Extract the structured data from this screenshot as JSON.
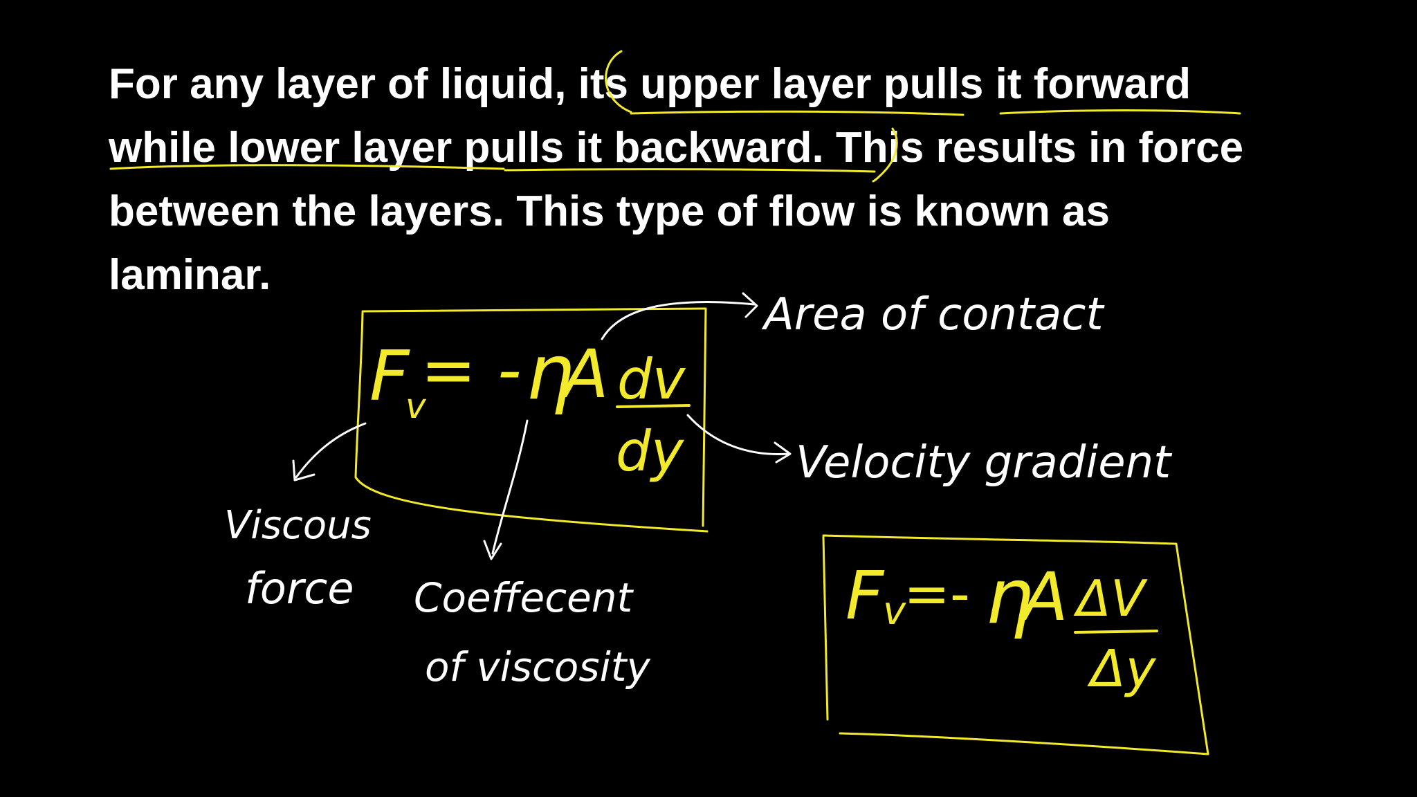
{
  "paragraph": {
    "line1_a": "For any layer of liquid,",
    "line1_b": " its upper layer pulls it forward",
    "line2_a": "while lower layer pulls it backward",
    "line2_b": ". This results in force",
    "line3": "between the layers. This type of flow is known as",
    "line4": "laminar."
  },
  "equation1": {
    "lhs": "F",
    "lhs_sub": "v",
    "equals_minus": "= -",
    "eta": "η",
    "area": "A",
    "numerator": "dv",
    "denominator": "dy"
  },
  "equation2": {
    "lhs": "F",
    "lhs_sub": "v",
    "equals_minus": "=-",
    "eta": "η",
    "area": "A",
    "numerator": "ΔV",
    "denominator": "Δy"
  },
  "annotations": {
    "area_of_contact": "Area of contact",
    "velocity_gradient": "Velocity gradient",
    "viscous_force_1": "Viscous",
    "viscous_force_2": "force",
    "coefficient_1": "Coeffecent",
    "coefficient_2": "of viscosity"
  },
  "colors": {
    "background": "#000000",
    "text": "#ffffff",
    "highlight": "#f2ea2a"
  }
}
